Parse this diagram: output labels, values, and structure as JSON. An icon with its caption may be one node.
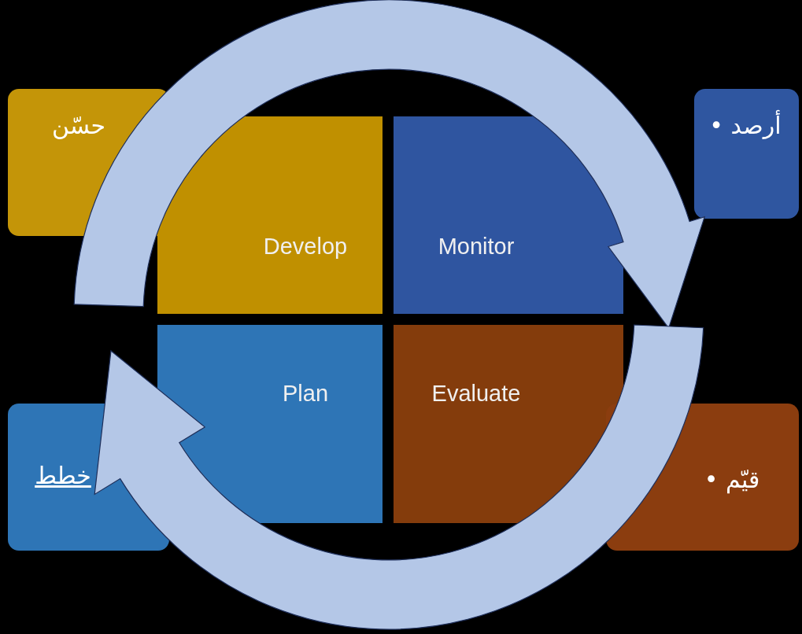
{
  "diagram": {
    "nodes": [
      {
        "text": [
          "حسّن"
        ]
      },
      {
        "text": [
          "• أرصد"
        ]
      },
      {
        "text": [
          "Develop"
        ]
      },
      {
        "text": [
          "Monitor"
        ]
      },
      {
        "text": [
          "Plan"
        ]
      },
      {
        "text": [
          "Evaluate"
        ]
      },
      {
        "text": [
          "خطط"
        ]
      },
      {
        "text": [
          "• قيّم"
        ]
      }
    ],
    "edges": [
      {
        "from": 0,
        "to": 1,
        "arrow": "to"
      },
      {
        "from": 7,
        "to": 6,
        "arrow": "to"
      }
    ]
  }
}
